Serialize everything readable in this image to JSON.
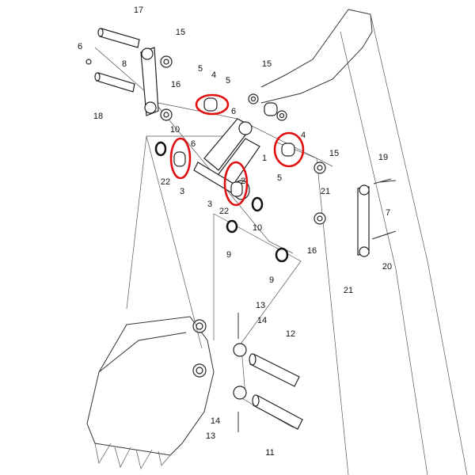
{
  "diagram": {
    "labels": [
      "17",
      "15",
      "6",
      "8",
      "18",
      "5",
      "4",
      "5",
      "16",
      "15",
      "6",
      "10",
      "4",
      "15",
      "19",
      "1",
      "6",
      "22",
      "3",
      "2",
      "3",
      "22",
      "5",
      "21",
      "7",
      "10",
      "9",
      "16",
      "20",
      "9",
      "21",
      "13",
      "14",
      "12",
      "14",
      "13",
      "11"
    ],
    "highlight_color": "#e01010"
  }
}
